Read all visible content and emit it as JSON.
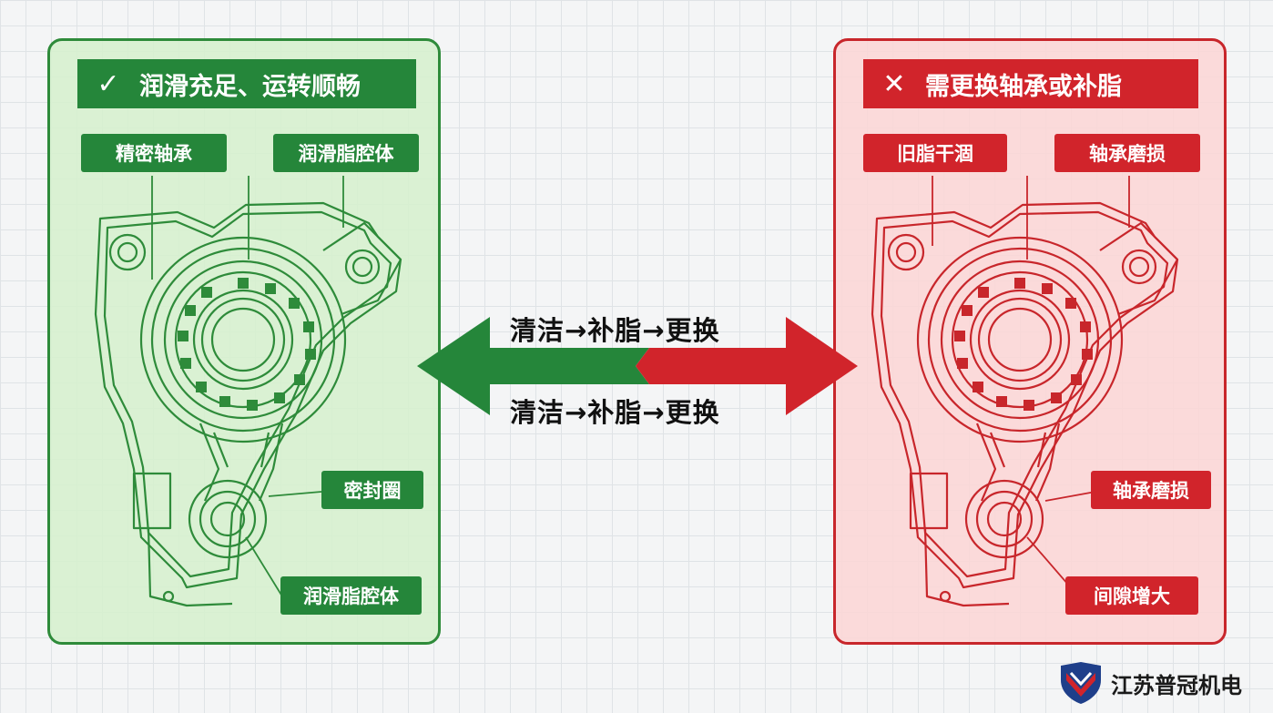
{
  "left_panel": {
    "header_mark": "✓",
    "title": "润滑充足、运转顺畅",
    "labels": {
      "bearing": "精密轴承",
      "grease_cavity_top": "润滑脂腔体",
      "seal": "密封圈",
      "grease_cavity_bottom": "润滑脂腔体"
    }
  },
  "right_panel": {
    "header_mark": "✕",
    "title": "需更换轴承或补脂",
    "labels": {
      "old_grease": "旧脂干涸",
      "wear_top": "轴承磨损",
      "wear_bottom": "轴承磨损",
      "clearance": "间隙增大"
    }
  },
  "center": {
    "caption_top": "清洁→补脂→更换",
    "caption_bottom": "清洁→补脂→更换"
  },
  "brand": {
    "name": "江苏普冠机电"
  },
  "colors": {
    "good": "#25863a",
    "bad": "#d1242b"
  }
}
